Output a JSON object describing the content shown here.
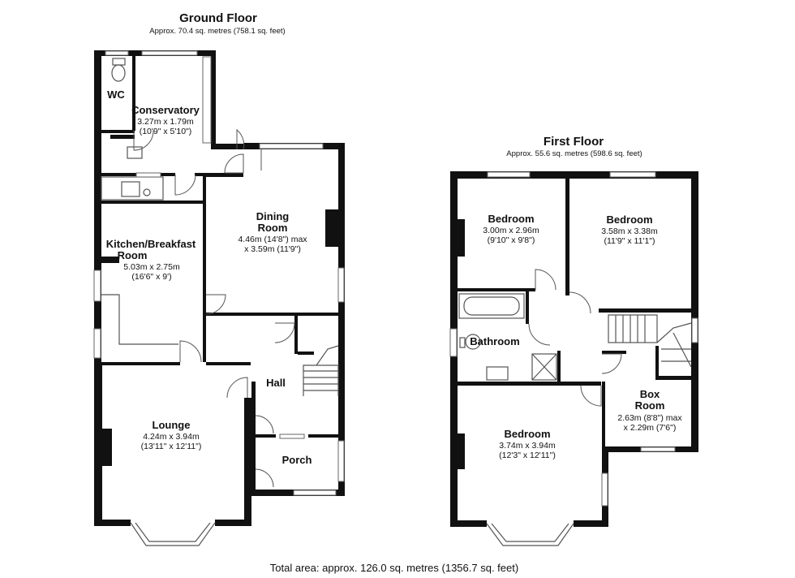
{
  "ground_floor": {
    "title": "Ground Floor",
    "area": "Approx. 70.4 sq. metres (758.1 sq. feet)",
    "rooms": {
      "wc": {
        "name": "WC"
      },
      "conservatory": {
        "name": "Conservatory",
        "dim1": "3.27m x 1.79m",
        "dim2": "(10'9\" x 5'10\")"
      },
      "dining": {
        "name1": "Dining",
        "name2": "Room",
        "dim1": "4.46m (14'8\") max",
        "dim2": "x 3.59m (11'9\")"
      },
      "kitchen": {
        "name1": "Kitchen/Breakfast",
        "name2": "Room",
        "dim1": "5.03m x 2.75m",
        "dim2": "(16'6\" x 9')"
      },
      "hall": {
        "name": "Hall"
      },
      "lounge": {
        "name": "Lounge",
        "dim1": "4.24m x 3.94m",
        "dim2": "(13'11\" x 12'11\")"
      },
      "porch": {
        "name": "Porch"
      }
    }
  },
  "first_floor": {
    "title": "First Floor",
    "area": "Approx. 55.6 sq. metres (598.6 sq. feet)",
    "rooms": {
      "bedroom_a": {
        "name": "Bedroom",
        "dim1": "3.00m x 2.96m",
        "dim2": "(9'10\" x 9'8\")"
      },
      "bedroom_b": {
        "name": "Bedroom",
        "dim1": "3.58m x 3.38m",
        "dim2": "(11'9\" x 11'1\")"
      },
      "bathroom": {
        "name": "Bathroom"
      },
      "box_room": {
        "name1": "Box",
        "name2": "Room",
        "dim1": "2.63m (8'8\") max",
        "dim2": "x 2.29m (7'6\")"
      },
      "bedroom_c": {
        "name": "Bedroom",
        "dim1": "3.74m x 3.94m",
        "dim2": "(12'3\" x 12'11\")"
      }
    }
  },
  "total_area": "Total area: approx. 126.0 sq. metres (1356.7 sq. feet)"
}
